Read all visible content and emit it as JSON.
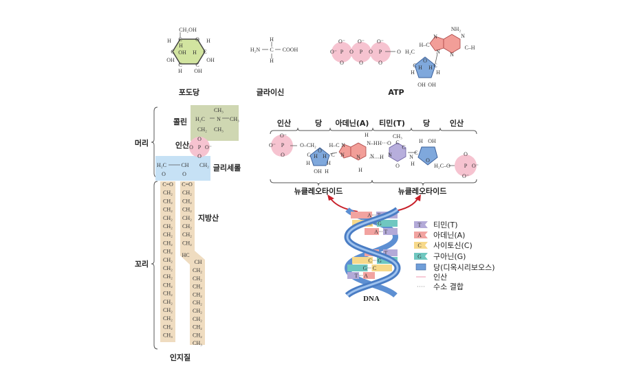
{
  "labels": {
    "glucose": "포도당",
    "glycine": "글라이신",
    "atp": "ATP",
    "head": "머리",
    "tail": "꼬리",
    "choline": "콜린",
    "phosphate": "인산",
    "glycerol": "글리세롤",
    "fatty_acid": "지방산",
    "phospholipid": "인지질",
    "dna": "DNA"
  },
  "nucleotide_headers": [
    "인산",
    "당",
    "아데닌(A)",
    "티민(T)",
    "당",
    "인산"
  ],
  "nucleotide_labels": [
    "뉴클레오타이드",
    "뉴클레오타이드"
  ],
  "legend": [
    {
      "symbol": "T",
      "label": "티민(T)",
      "color": "#b3aad8"
    },
    {
      "symbol": "A",
      "label": "아데닌(A)",
      "color": "#f2a3a0"
    },
    {
      "symbol": "C",
      "label": "사이토신(C)",
      "color": "#f7d98a"
    },
    {
      "symbol": "G",
      "label": "구아닌(G)",
      "color": "#6fc7c0"
    },
    {
      "symbol": "",
      "label": "당(디옥시리보오스)",
      "color": "#6f9ed8"
    },
    {
      "symbol": "",
      "label": "인산",
      "color": "#f4b8c8"
    },
    {
      "symbol": "",
      "label": "수소 결합",
      "color": "#888888"
    }
  ],
  "base_pairs": [
    [
      "A",
      "T"
    ],
    [
      "C",
      "G"
    ],
    [
      "A",
      "T"
    ],
    [
      "A",
      "T"
    ],
    [
      "C",
      "G"
    ],
    [
      "G",
      "C"
    ],
    [
      "T",
      "A"
    ]
  ],
  "chem": {
    "glucose": [
      "CH₂OH",
      "C",
      "O",
      "H",
      "H",
      "C",
      "H",
      "OH",
      "H",
      "C",
      "OH",
      "OH",
      "C",
      "C",
      "H",
      "OH"
    ],
    "glycine": [
      "H",
      "H₂N",
      "C",
      "COOH",
      "H"
    ],
    "atp": [
      "O⁻",
      "O⁻",
      "P",
      "O",
      "O",
      "O⁻",
      "P",
      "O",
      "O",
      "O⁻",
      "P",
      "O",
      "O",
      "H₂C",
      "O",
      "H",
      "H",
      "C",
      "C",
      "H",
      "H",
      "OH",
      "OH",
      "NH₂",
      "N",
      "N",
      "H–C",
      "N",
      "N",
      "C–H"
    ],
    "choline": [
      "CH₃",
      "H₂C",
      "N",
      "CH₃",
      "CH₂",
      "CH₃"
    ],
    "phosphate": [
      "O",
      "O",
      "P",
      "O⁻",
      "O"
    ],
    "glycerol": [
      "H₂C",
      "CH",
      "CH₂",
      "O",
      "O"
    ],
    "tail_left": [
      "C=O",
      "CH₂",
      "CH₂",
      "CH₂",
      "CH₂",
      "CH₂",
      "CH₂",
      "CH₂",
      "CH₂",
      "CH₂",
      "CH₂",
      "CH₂",
      "CH₂",
      "CH₂",
      "CH₂",
      "CH₂",
      "CH₂",
      "CH₂",
      "CH₃"
    ],
    "tail_right_top": [
      "C=O",
      "CH₂",
      "CH₂",
      "CH₂",
      "CH₂",
      "CH₂",
      "CH₂",
      "CH₂"
    ],
    "tail_right_db": [
      "HC",
      "CH"
    ],
    "tail_right_bottom": [
      "CH₂",
      "CH₂",
      "CH₂",
      "CH₂",
      "CH₂",
      "CH₂",
      "CH₂",
      "CH₂",
      "CH₂",
      "CH₃"
    ],
    "nucleotide": [
      "O⁻",
      "O⁻",
      "P",
      "O",
      "O–CH₂",
      "O",
      "C",
      "H",
      "H",
      "C",
      "H",
      "H",
      "OH",
      "H",
      "H–C",
      "N",
      "N",
      "N",
      "N–H",
      "H",
      "N",
      "H",
      "H",
      "H···O",
      "CH₃",
      "C",
      "N",
      "C",
      "N",
      "O",
      "C",
      "H",
      "H",
      "OH",
      "O",
      "H₂C–O",
      "O",
      "P",
      "O⁻",
      "O⁻"
    ]
  }
}
